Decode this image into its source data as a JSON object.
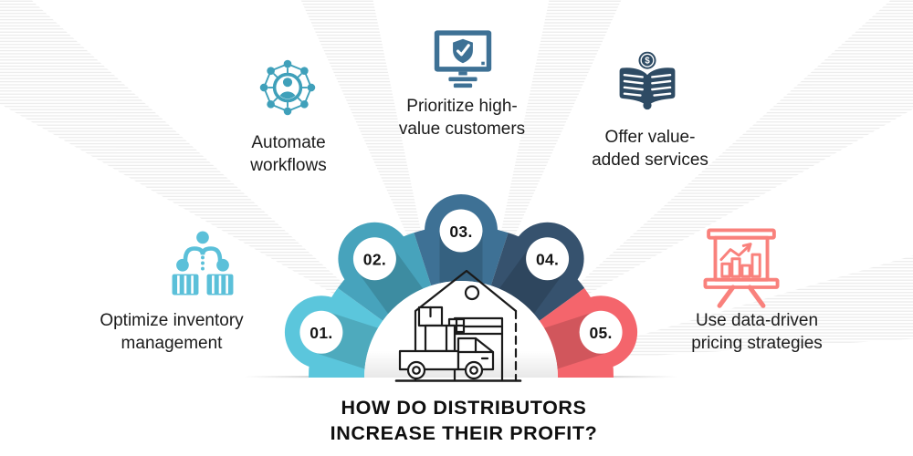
{
  "title": {
    "lines": [
      "HOW DO DISTRIBUTORS",
      "INCREASE THEIR PROFIT?"
    ]
  },
  "steps": [
    {
      "number": "01.",
      "label_lines": [
        "Optimize inventory",
        "management"
      ],
      "color": "#5BC6DC",
      "icon": "inventory-distribution-icon",
      "icon_color": "#5BC0D9"
    },
    {
      "number": "02.",
      "label_lines": [
        "Automate",
        "workflows"
      ],
      "color": "#47A3BC",
      "icon": "workflow-network-icon",
      "icon_color": "#3FA0BA"
    },
    {
      "number": "03.",
      "label_lines": [
        "Prioritize high-",
        "value customers"
      ],
      "color": "#3E7195",
      "icon": "secure-monitor-icon",
      "icon_color": "#3E7195"
    },
    {
      "number": "04.",
      "label_lines": [
        "Offer value-",
        "added services"
      ],
      "color": "#36526E",
      "icon": "money-book-icon",
      "icon_color": "#2E4B64",
      "icon_symbol": "$"
    },
    {
      "number": "05.",
      "label_lines": [
        "Use data-driven",
        "pricing strategies"
      ],
      "color": "#F4656C",
      "icon": "chart-presentation-icon",
      "icon_color": "#F9817C"
    }
  ],
  "center": {
    "icon": "warehouse-truck-icon",
    "line_color": "#1a1a1a"
  },
  "decor": {
    "ray_color": "#e7e7e7",
    "shadow_opacity": "0.14",
    "background": "#ffffff"
  }
}
